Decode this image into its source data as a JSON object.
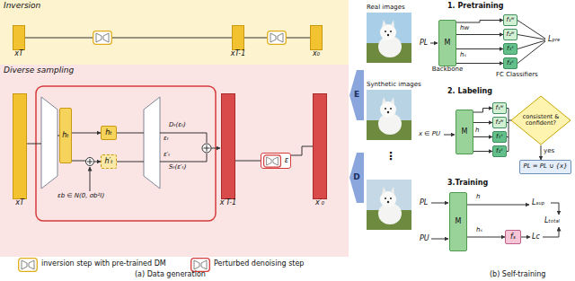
{
  "diagram": {
    "nodes": [
      {
        "text": [
          "Inversion"
        ]
      },
      {
        "text": [
          "xT"
        ],
        "in": 0
      },
      {
        "text": [
          "xT-1"
        ],
        "in": 0
      },
      {
        "text": [
          "x₀"
        ],
        "in": 0
      },
      {
        "text": [
          "Diverse sampling"
        ]
      },
      {
        "text": [
          "xT"
        ],
        "in": 4
      },
      {
        "text": [
          "hₜ"
        ],
        "in": 4
      },
      {
        "text": [
          "hₜ"
        ],
        "in": 4
      },
      {
        "text": [
          "h′ₜ"
        ],
        "in": 4
      },
      {
        "text": [
          "x′T-1"
        ],
        "in": 4
      },
      {
        "text": [
          "ε"
        ],
        "in": 4
      },
      {
        "text": [
          "x′₀"
        ],
        "in": 4
      },
      {
        "text": [
          "Real images"
        ]
      },
      {
        "text": [
          "Synthetic images"
        ]
      },
      {
        "text": [
          "E"
        ]
      },
      {
        "text": [
          "D"
        ]
      },
      {
        "text": [
          "M",
          "Backbone"
        ]
      },
      {
        "text": [
          "f₁ʷ"
        ]
      },
      {
        "text": [
          "f₂ʷ"
        ]
      },
      {
        "text": [
          "f₁ˢ"
        ]
      },
      {
        "text": [
          "f₂ˢ"
        ]
      },
      {
        "text": [
          "M"
        ]
      },
      {
        "text": [
          "f₁ʷ"
        ]
      },
      {
        "text": [
          "f₂ʷ"
        ]
      },
      {
        "text": [
          "f₁ˢ"
        ]
      },
      {
        "text": [
          "f₂ˢ"
        ]
      },
      {
        "text": [
          "consistent & confident?"
        ]
      },
      {
        "text": [
          "PL = PL ∪ {x}"
        ]
      },
      {
        "text": [
          "M"
        ]
      },
      {
        "text": [
          "fₛ"
        ]
      }
    ],
    "edges": [
      {
        "from": 1,
        "to": 2,
        "arrow": "none"
      },
      {
        "from": 2,
        "to": 3,
        "arrow": "none"
      },
      {
        "from": 6,
        "to": 7,
        "arrow": "to"
      },
      {
        "from": 6,
        "to": 8,
        "arrow": "to"
      },
      {
        "from": 9,
        "to": 10,
        "arrow": "none"
      },
      {
        "from": 10,
        "to": 11,
        "arrow": "none"
      },
      {
        "from": 16,
        "to": 17,
        "arrow": "to"
      },
      {
        "from": 16,
        "to": 18,
        "arrow": "to"
      },
      {
        "from": 16,
        "to": 19,
        "arrow": "to"
      },
      {
        "from": 16,
        "to": 20,
        "arrow": "to"
      },
      {
        "from": 21,
        "to": 22,
        "arrow": "to"
      },
      {
        "from": 21,
        "to": 23,
        "arrow": "to"
      },
      {
        "from": 21,
        "to": 24,
        "arrow": "to"
      },
      {
        "from": 21,
        "to": 25,
        "arrow": "to"
      },
      {
        "from": 26,
        "to": 27,
        "arrow": "to",
        "label": "yes"
      },
      {
        "from": 28,
        "to": 29,
        "arrow": "to"
      }
    ],
    "labels": [
      "εₜ",
      "ε′ₜ",
      "Dₜ(εₜ)",
      "Sₜ(ε′ₜ)",
      "εb ∈ N(0, σb²I)",
      "(a) Data generation",
      "⋮",
      "1. Pretraining",
      "PL",
      "hw",
      "hₛ",
      "Lₚᵣₑ",
      "FC Classifiers",
      "2. Labeling",
      "x ∈ PU",
      "h",
      "3.Training",
      "PL",
      "PU",
      "h",
      "hₛ",
      "Lₛᵤₚ",
      "Lc",
      "Lₜₒₜₐₗ",
      "(b) Self-training"
    ],
    "legend": [
      {
        "text": "inversion step with pre-trained DM"
      },
      {
        "text": "Perturbed denoising step"
      }
    ]
  }
}
